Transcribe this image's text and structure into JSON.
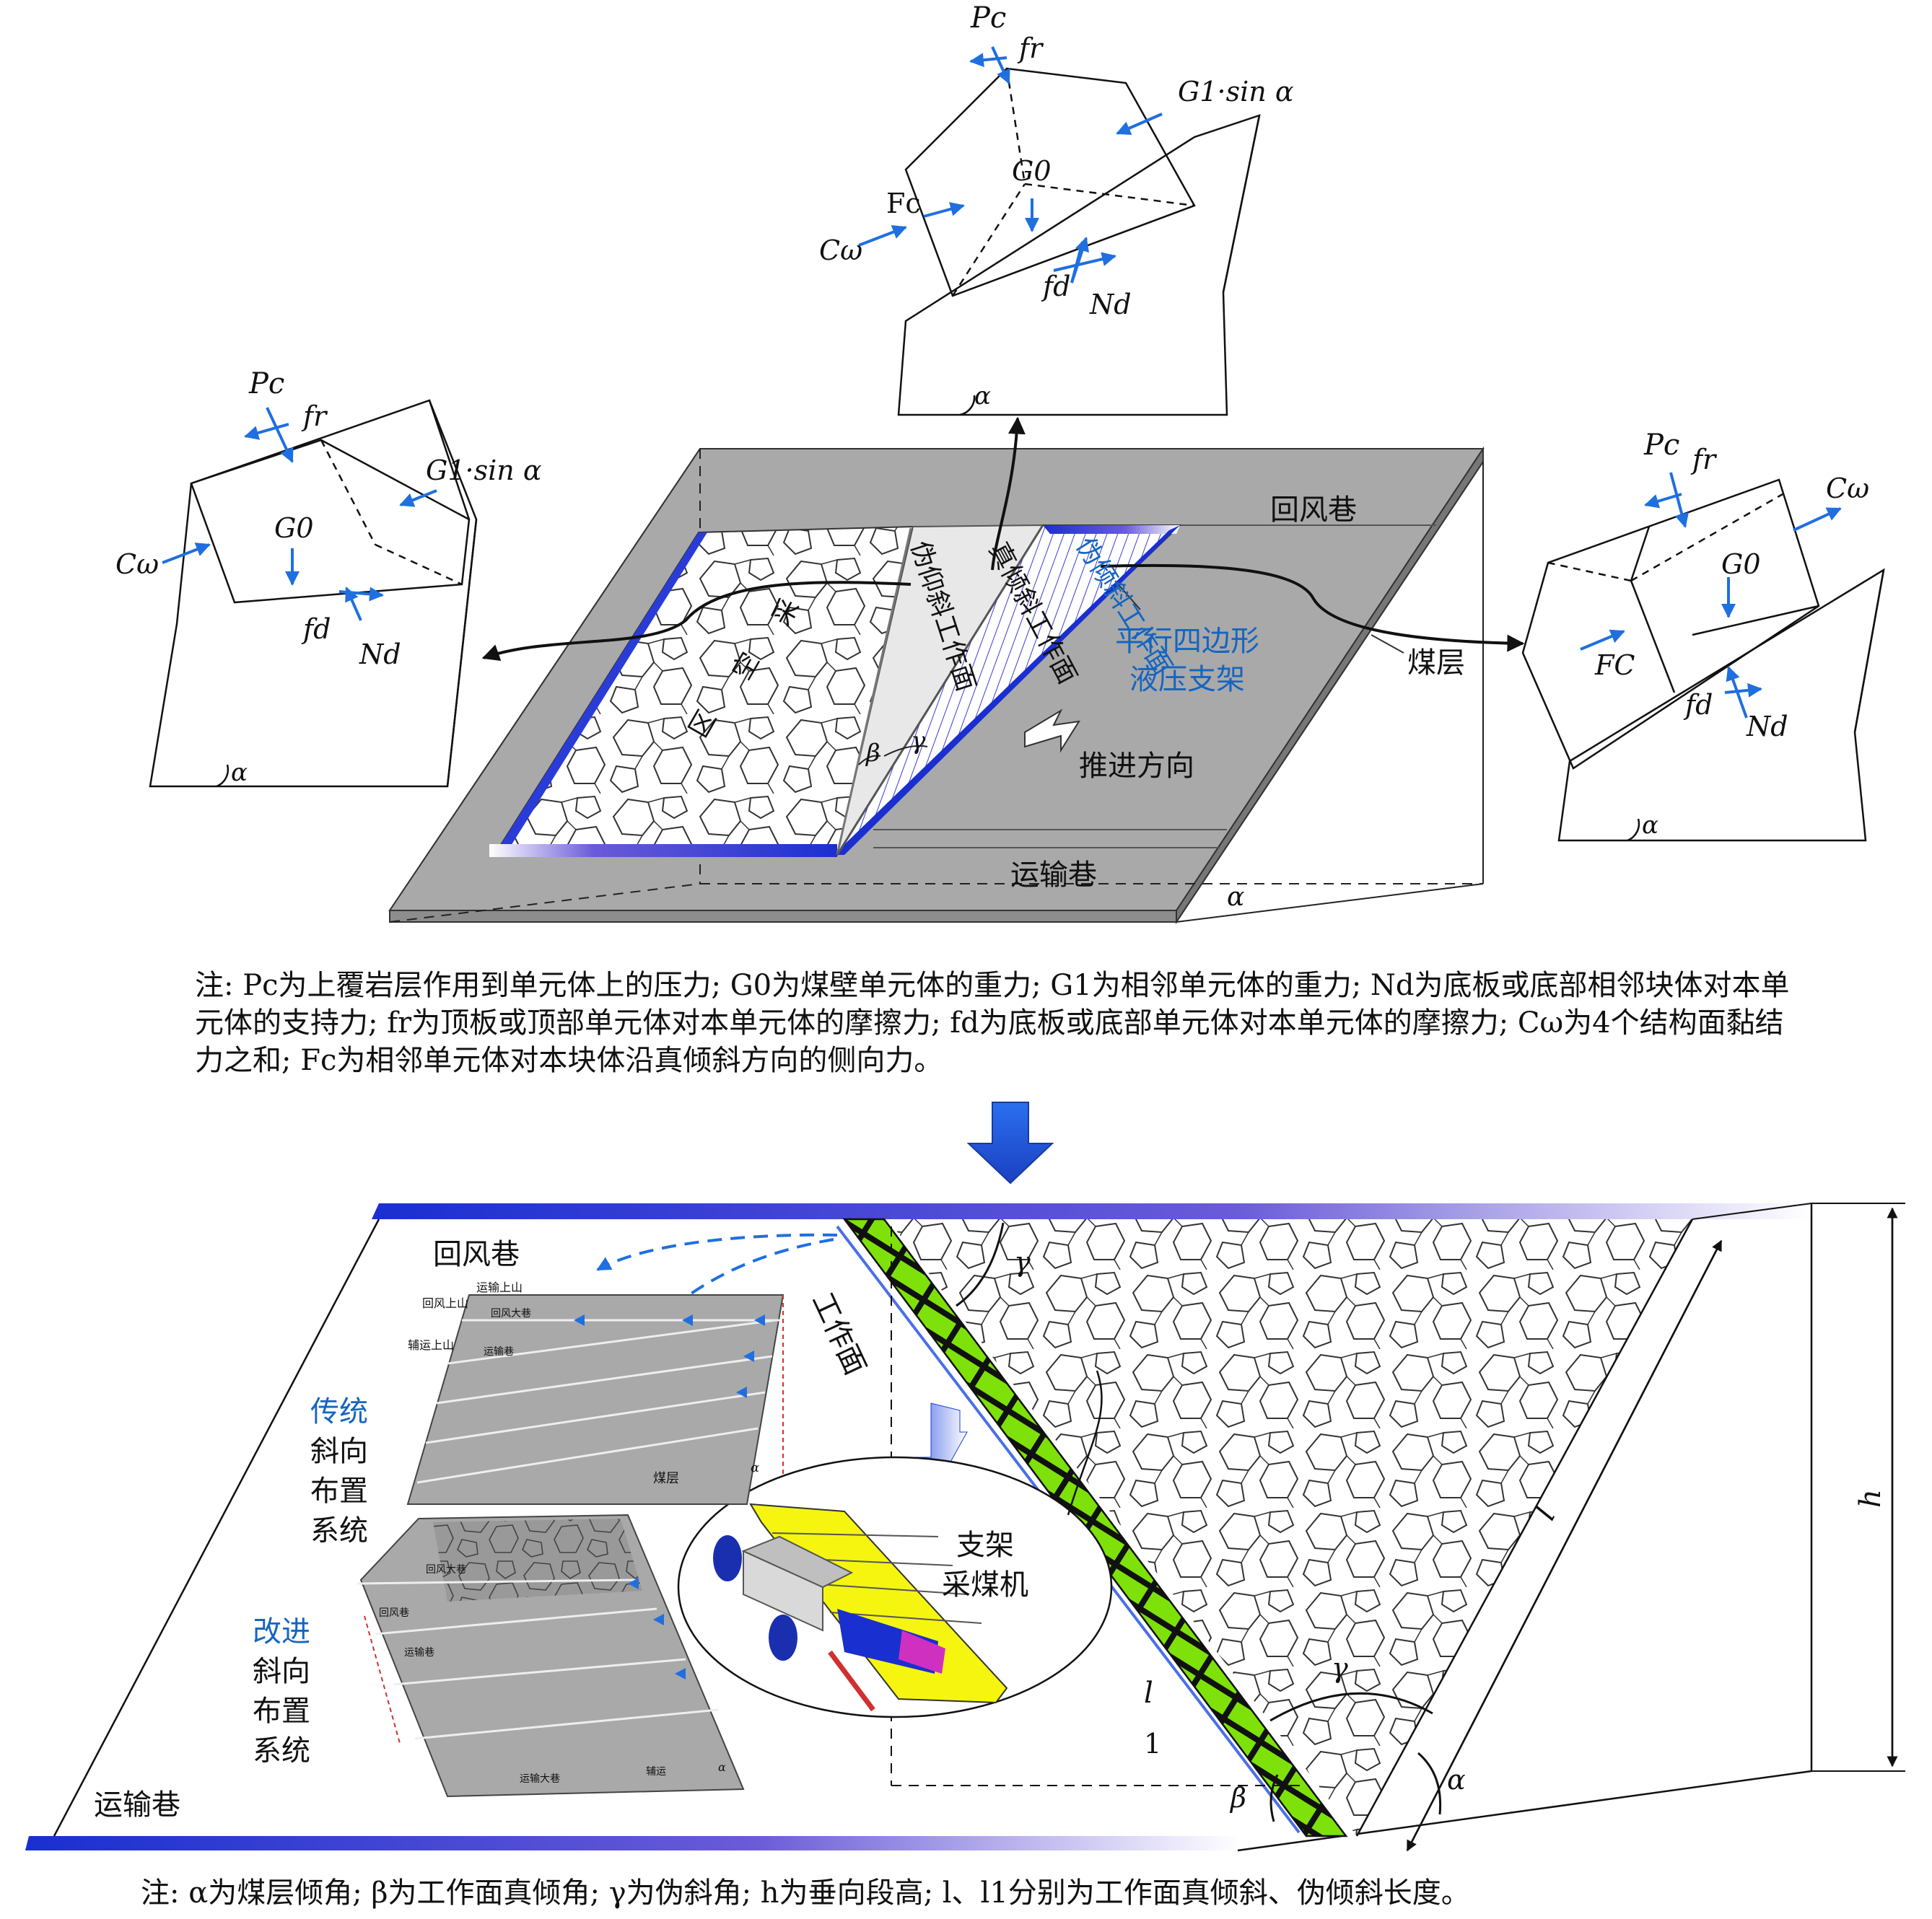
{
  "top_diagram": {
    "return_airway": "回风巷",
    "transport_airway": "运输巷",
    "coal_seam": "煤层",
    "goaf_chars": [
      "采",
      "空",
      "区"
    ],
    "pseudo_face": "伪仰斜工作面",
    "true_face": "真倾斜工作面",
    "pseudo_face2": "伪倾斜工作面",
    "support_line1": "平行四边形",
    "support_line2": "液压支架",
    "advance": "推进方向",
    "alpha": "α",
    "beta": "β",
    "gamma": "γ"
  },
  "block_top": {
    "pc": "Pc",
    "fr": "fr",
    "g1": "G1·sin α",
    "g0": "G0",
    "fc": "Fc",
    "cw": "Cω",
    "fd": "fd",
    "nd": "Nd",
    "alpha": "α"
  },
  "block_left": {
    "pc": "Pc",
    "fr": "fr",
    "g1": "G1·sin α",
    "g0": "G0",
    "cw": "Cω",
    "fd": "fd",
    "nd": "Nd",
    "alpha": "α"
  },
  "block_right": {
    "pc": "Pc",
    "fr": "fr",
    "cw": "Cω",
    "g0": "G0",
    "fc": "FC",
    "fd": "fd",
    "nd": "Nd",
    "alpha": "α"
  },
  "note1": "注: Pc为上覆岩层作用到单元体上的压力; G0为煤壁单元体的重力; G1为相邻单元体的重力; Nd为底板或底部相邻块体对本单元体的支持力; fr为顶板或顶部单元体对本单元体的摩擦力; fd为底板或底部单元体对本单元体的摩擦力; Cω为4个结构面黏结力之和; Fc为相邻单元体对本块体沿真倾斜方向的侧向力。",
  "bottom_diagram": {
    "return_airway": "回风巷",
    "transport_airway": "运输巷",
    "working_face": "工作面",
    "traditional": [
      "传统",
      "斜向",
      "布置",
      "系统"
    ],
    "improved": [
      "改进",
      "斜向",
      "布置",
      "系统"
    ],
    "support": "支架",
    "shearer": "采煤机",
    "l": "l",
    "l1": "1",
    "h": "h",
    "alpha": "α",
    "beta": "β",
    "gamma": "γ",
    "inset1_labels": [
      "回风上山",
      "运输上山",
      "辅运上山",
      "回风大巷",
      "运输巷",
      "煤层",
      "α"
    ],
    "inset2_labels": [
      "回风大巷",
      "回风巷",
      "运输巷",
      "运输大巷",
      "辅运",
      "α"
    ]
  },
  "note2": "注: α为煤层倾角; β为工作面真倾角; γ为伪斜角; h为垂向段高; l、l1分别为工作面真倾斜、伪倾斜长度。",
  "colors": {
    "arrow_blue": "#1f6fe0",
    "support_green": "#7ee10a",
    "plate_gray": "#a9a9a9",
    "edge_blue": "#1a2fd0"
  }
}
